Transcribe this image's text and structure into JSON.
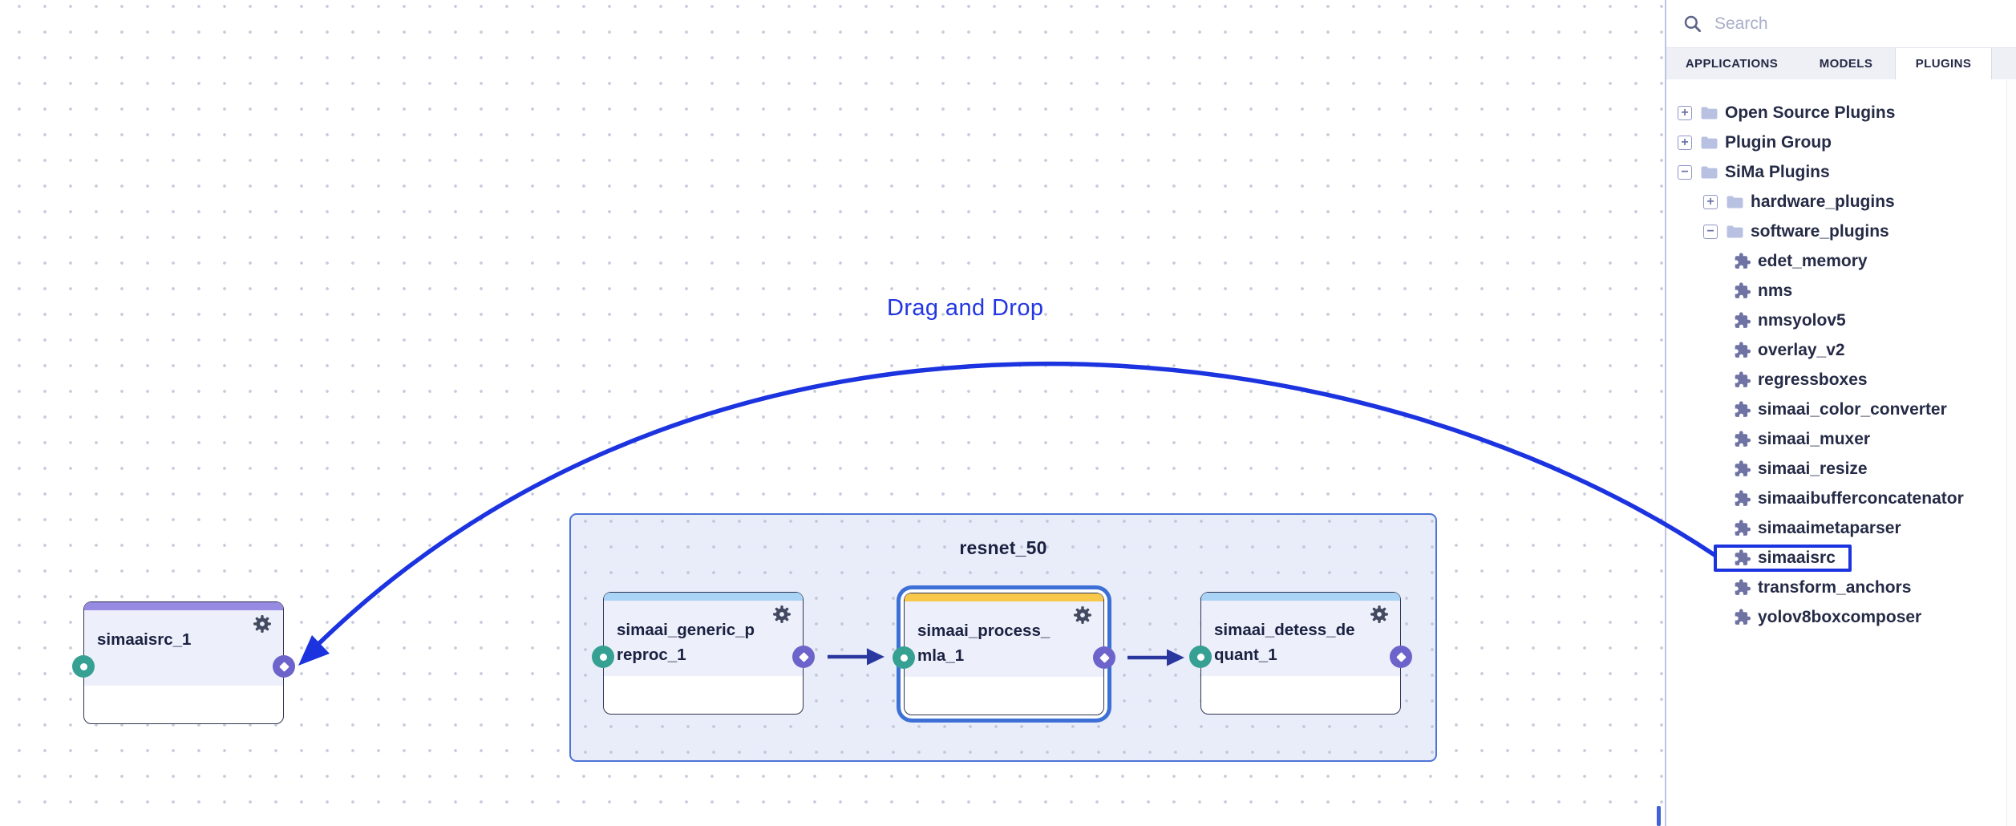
{
  "sidebar": {
    "search": {
      "placeholder": "Search"
    },
    "tabs": [
      {
        "label": "APPLICATIONS",
        "active": false
      },
      {
        "label": "MODELS",
        "active": false
      },
      {
        "label": "PLUGINS",
        "active": true
      }
    ],
    "tree": [
      {
        "label": "Open Source Plugins",
        "level": 1,
        "kind": "folder",
        "expand": "+"
      },
      {
        "label": "Plugin Group",
        "level": 1,
        "kind": "folder",
        "expand": "+"
      },
      {
        "label": "SiMa Plugins",
        "level": 1,
        "kind": "folder",
        "expand": "−"
      },
      {
        "label": "hardware_plugins",
        "level": 2,
        "kind": "folder",
        "expand": "+"
      },
      {
        "label": "software_plugins",
        "level": 2,
        "kind": "folder",
        "expand": "−"
      },
      {
        "label": "edet_memory",
        "level": 3,
        "kind": "plugin"
      },
      {
        "label": "nms",
        "level": 3,
        "kind": "plugin"
      },
      {
        "label": "nmsyolov5",
        "level": 3,
        "kind": "plugin"
      },
      {
        "label": "overlay_v2",
        "level": 3,
        "kind": "plugin"
      },
      {
        "label": "regressboxes",
        "level": 3,
        "kind": "plugin"
      },
      {
        "label": "simaai_color_converter",
        "level": 3,
        "kind": "plugin"
      },
      {
        "label": "simaai_muxer",
        "level": 3,
        "kind": "plugin"
      },
      {
        "label": "simaai_resize",
        "level": 3,
        "kind": "plugin"
      },
      {
        "label": "simaaibufferconcatenator",
        "level": 3,
        "kind": "plugin"
      },
      {
        "label": "simaaimetaparser",
        "level": 3,
        "kind": "plugin"
      },
      {
        "label": "simaaisrc",
        "level": 3,
        "kind": "plugin",
        "highlighted": true
      },
      {
        "label": "transform_anchors",
        "level": 3,
        "kind": "plugin"
      },
      {
        "label": "yolov8boxcomposer",
        "level": 3,
        "kind": "plugin"
      }
    ]
  },
  "canvas": {
    "drag_hint": "Drag and Drop",
    "group": {
      "title": "resnet_50"
    },
    "nodes": [
      {
        "label": "simaaisrc_1",
        "strip_color": "#968ae2",
        "selected": false
      },
      {
        "label": "simaai_generic_preproc_1",
        "strip_color": "#aad4f5",
        "selected": false
      },
      {
        "label": "simaai_process_mla_1",
        "strip_color": "#f8c84a",
        "selected": true
      },
      {
        "label": "simaai_detess_dequant_1",
        "strip_color": "#aad4f5",
        "selected": false
      }
    ]
  },
  "colors": {
    "accent_blue": "#1c33e0",
    "selection_blue": "#3c70d6",
    "arrow_navy": "#2a379f",
    "node_header_bg": "#edf0fb",
    "node_border": "#2e3450",
    "port_green": "#36a092",
    "port_purple": "#6c64ca",
    "group_border": "#4d74d8",
    "group_fill": "#e9ecf9",
    "sidebar_border": "#bdc4e0",
    "tree_icon": "#6e73a4"
  }
}
